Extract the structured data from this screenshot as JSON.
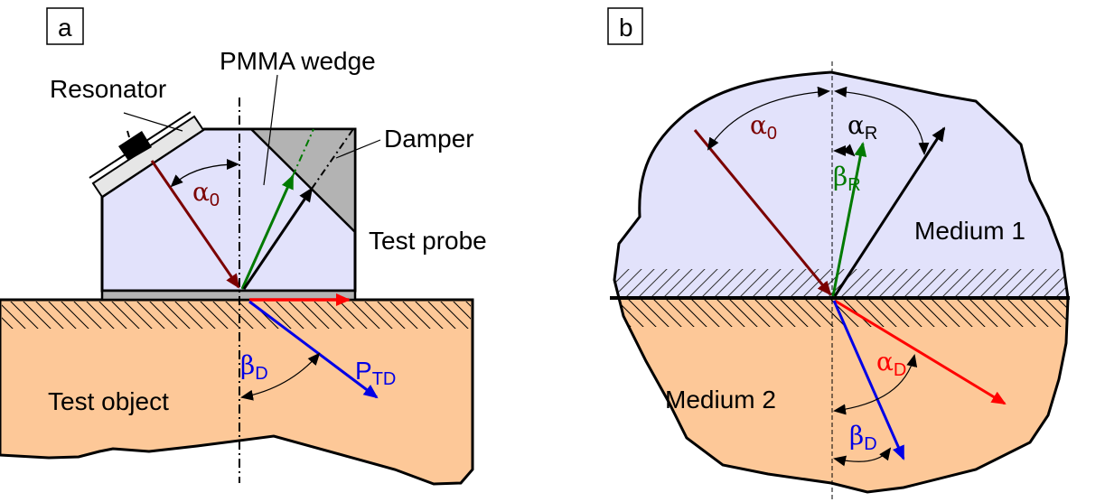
{
  "colors": {
    "wedge_fill": "#e2e2fb",
    "object_fill": "#fdc898",
    "damper_fill": "#b3b3b3",
    "resonator_plate": "#e6e6e6",
    "incident": "#7b0000",
    "reflected_transverse": "#007a00",
    "reflected_longitudinal": "#000000",
    "refracted_longitudinal": "#ff0000",
    "refracted_transverse": "#0000e6"
  },
  "panel_a": {
    "tag": "a",
    "labels": {
      "resonator": "Resonator",
      "wedge": "PMMA wedge",
      "damper": "Damper",
      "probe": "Test probe",
      "object": "Test object"
    },
    "angles": {
      "alpha0": {
        "symbol": "α",
        "sub": "0"
      },
      "betaD": {
        "symbol": "β",
        "sub": "D"
      }
    },
    "wave": {
      "symbol": "P",
      "sub": "TD"
    }
  },
  "panel_b": {
    "tag": "b",
    "labels": {
      "medium1": "Medium 1",
      "medium2": "Medium 2"
    },
    "angles": {
      "alpha0": {
        "symbol": "α",
        "sub": "0"
      },
      "alphaR": {
        "symbol": "α",
        "sub": "R"
      },
      "betaR": {
        "symbol": "β",
        "sub": "R"
      },
      "alphaD": {
        "symbol": "α",
        "sub": "D"
      },
      "betaD": {
        "symbol": "β",
        "sub": "D"
      }
    }
  }
}
